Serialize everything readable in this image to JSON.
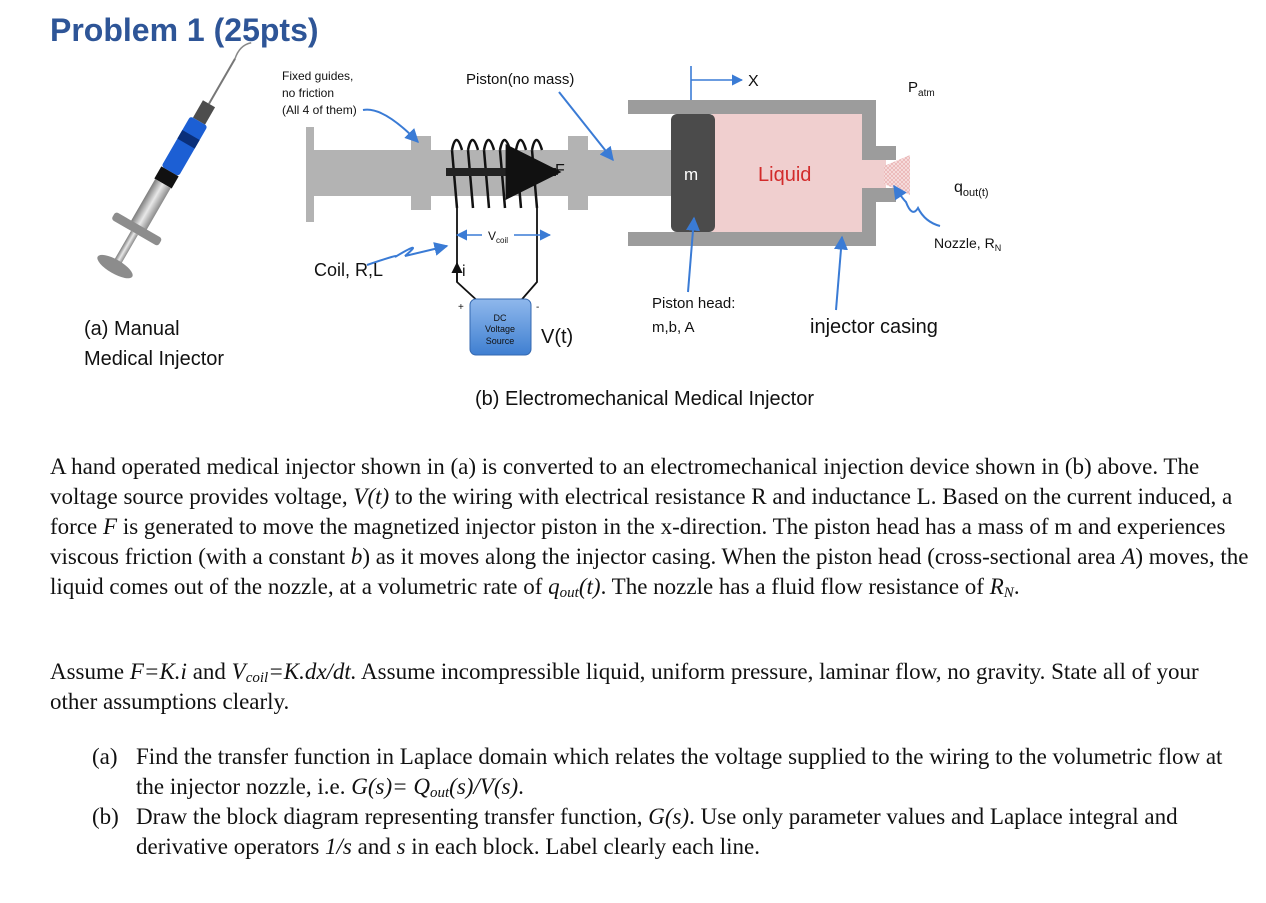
{
  "title": "Problem 1 (25pts)",
  "figure": {
    "fig_a_caption_line1": "(a) Manual",
    "fig_a_caption_line2": "Medical Injector",
    "fig_b_caption": "(b) Electromechanical Medical Injector",
    "labels": {
      "guides_l1": "Fixed guides,",
      "guides_l2": "no friction",
      "guides_l3": "(All 4 of them)",
      "piston": "Piston(no mass)",
      "x_axis": "X",
      "patm": "P",
      "patm_sub": "atm",
      "force": "F",
      "mass": "m",
      "liquid": "Liquid",
      "qout": "q",
      "qout_sub": "out(t)",
      "vcoil": "V",
      "vcoil_sub": "coil",
      "nozzle": "Nozzle, R",
      "nozzle_sub": "N",
      "coil": "Coil, R,L",
      "current": "i",
      "dc_l1": "DC",
      "dc_l2": "Voltage",
      "dc_l3": "Source",
      "vt": "V(t)",
      "piston_head_l1": "Piston head:",
      "piston_head_l2": "m,b, A",
      "casing": "injector casing",
      "plus": "+",
      "minus": "-"
    }
  },
  "paragraph1": {
    "t1": "A hand operated medical injector shown in (a) is converted to an electromechanical injection device shown in (b) above. The voltage source provides voltage, ",
    "vt": "V(t)",
    "t2": " to the wiring with electrical resistance R and inductance L. Based on the current induced, a force ",
    "F": "F",
    "t3": " is generated to move the magnetized injector piston in the x-direction. The piston head has a mass of m and experiences viscous friction (with a constant ",
    "b": "b",
    "t4": ") as it moves along the injector casing. When the piston head (cross-sectional area ",
    "A": "A",
    "t5": ") moves, the liquid comes out of the nozzle, at a volumetric rate of ",
    "q": "q",
    "q_sub": "out",
    "q_t": "(t)",
    "t6": ". The nozzle has a fluid flow resistance of ",
    "R": "R",
    "R_sub": "N",
    "t7": "."
  },
  "paragraph2": {
    "t1": "Assume ",
    "f_eq": "F=K.i",
    "t2": " and ",
    "v": "V",
    "v_sub": "coil",
    "v_eq": "=K.dx/dt.",
    "t3": " Assume incompressible liquid, uniform pressure, laminar flow, no gravity. State all of your other assumptions clearly."
  },
  "questions": [
    {
      "label": "(a)",
      "t1": "Find the transfer function in Laplace domain which relates the voltage supplied to the wiring to the volumetric flow at the injector nozzle, i.e. ",
      "g": "G(s)= Q",
      "g_sub": "out",
      "g_rest": "(s)/V(s)",
      "t2": "."
    },
    {
      "label": "(b)",
      "t1": "Draw the block diagram representing transfer function, ",
      "g": "G(s)",
      "t2": ".  Use only parameter values and Laplace integral and derivative operators ",
      "op1": "1/s",
      "t3": " and ",
      "op2": "s",
      "t4": " in each block. Label clearly each line."
    }
  ]
}
